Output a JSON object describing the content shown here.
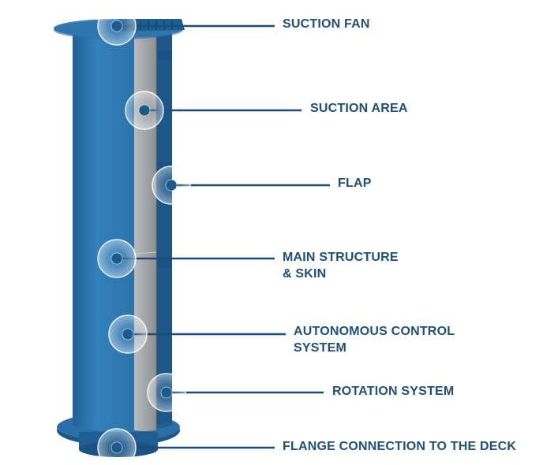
{
  "colors": {
    "body": "#2a6fa8",
    "body_dark": "#1c5788",
    "body_light": "#3f86bf",
    "panel": "#a9abae",
    "marker": "#1b5a8c",
    "line": "#1b4d78",
    "label": "#1f4f7a"
  },
  "labels": [
    {
      "id": "suction-fan",
      "lines": [
        "SUCTION FAN"
      ]
    },
    {
      "id": "suction-area",
      "lines": [
        "SUCTION AREA"
      ]
    },
    {
      "id": "flap",
      "lines": [
        "FLAP"
      ]
    },
    {
      "id": "main-structure",
      "lines": [
        "MAIN STRUCTURE",
        "& SKIN"
      ]
    },
    {
      "id": "autonomous-control",
      "lines": [
        "AUTONOMOUS CONTROL",
        "SYSTEM"
      ]
    },
    {
      "id": "rotation-system",
      "lines": [
        "ROTATION SYSTEM"
      ]
    },
    {
      "id": "flange-connection",
      "lines": [
        "FLANGE CONNECTION TO THE DECK"
      ]
    }
  ]
}
